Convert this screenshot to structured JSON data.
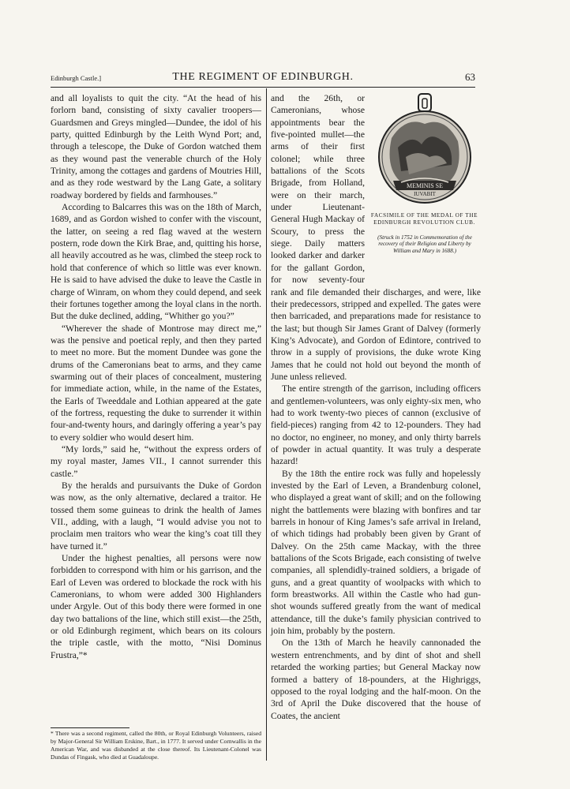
{
  "header": {
    "left": "Edinburgh Castle.]",
    "title": "THE REGIMENT OF EDINBURGH.",
    "page_number": "63"
  },
  "left_column": {
    "paragraphs": [
      "and all loyalists to quit the city. “At the head of his forlorn band, consisting of sixty cavalier troopers—Guardsmen and Greys mingled—Dundee, the idol of his party, quitted Edinburgh by the Leith Wynd Port; and, through a telescope, the Duke of Gordon watched them as they wound past the venerable church of the Holy Trinity, among the cottages and gardens of Moutries Hill, and as they rode westward by the Lang Gate, a solitary roadway bordered by fields and farmhouses.”",
      "According to Balcarres this was on the 18th of March, 1689, and as Gordon wished to confer with the viscount, the latter, on seeing a red flag waved at the western postern, rode down the Kirk Brae, and, quitting his horse, all heavily accoutred as he was, climbed the steep rock to hold that conference of which so little was ever known. He is said to have advised the duke to leave the Castle in charge of Winram, on whom they could depend, and seek their fortunes together among the loyal clans in the north. But the duke declined, adding, “Whither go you?”",
      "“Wherever the shade of Montrose may direct me,” was the pensive and poetical reply, and then they parted to meet no more. But the moment Dundee was gone the drums of the Cameronians beat to arms, and they came swarming out of their places of concealment, mustering for immediate action, while, in the name of the Estates, the Earls of Tweeddale and Lothian appeared at the gate of the fortress, requesting the duke to surrender it within four-and-twenty hours, and daringly offering a year’s pay to every soldier who would desert him.",
      "“My lords,” said he, “without the express orders of my royal master, James VII., I cannot surrender this castle.”",
      "By the heralds and pursuivants the Duke of Gordon was now, as the only alternative, declared a traitor. He tossed them some guineas to drink the health of James VII., adding, with a laugh, “I would advise you not to proclaim men traitors who wear the king’s coat till they have turned it.”",
      "Under the highest penalties, all persons were now forbidden to correspond with him or his garrison, and the Earl of Leven was ordered to blockade the rock with his Cameronians, to whom were added 300 Highlanders under Argyle. Out of this body there were formed in one day two battalions of the line, which still exist—the 25th, or old Edinburgh regiment, which bears on its colours the triple castle, with the motto, “Nisi Dominus Frustra,”*"
    ],
    "footnote": "* There was a second regiment, called the 80th, or Royal Edinburgh Volunteers, raised by Major-General Sir William Erskine, Bart., in 1777. It served under Cornwallis in the American War, and was disbanded at the close thereof. Its Lieutenant-Colonel was Dundas of Fingask, who died at Guadaloupe."
  },
  "right_column": {
    "para1": "and the 26th, or Cameronians, whose appointments bear the five-pointed mullet—the arms of their first colonel; while three battalions of the Scots Brigade, from Holland, were on their march, under Lieutenant-General Hugh Mackay of Scoury, to press the siege. Daily matters looked darker and darker for the gallant Gordon, for now seventy-four rank and file demanded their discharges, and were, like their predecessors, stripped and expelled. The gates were then barricaded, and preparations made for resistance to the last; but though Sir James Grant of Dalvey (formerly King’s Advocate), and Gordon of Edintore, contrived to throw in a supply of provisions, the duke wrote King James that he could not hold out beyond the month of June unless relieved.",
    "para2": "The entire strength of the garrison, including officers and gentlemen-volunteers, was only eighty-six men, who had to work twenty-two pieces of cannon (exclusive of field-pieces) ranging from 42 to 12-pounders. They had no doctor, no engineer, no money, and only thirty barrels of powder in actual quantity. It was truly a desperate hazard!",
    "para3": "By the 18th the entire rock was fully and hopelessly invested by the Earl of Leven, a Brandenburg colonel, who displayed a great want of skill; and on the following night the battlements were blazing with bonfires and tar barrels in honour of King James’s safe arrival in Ireland, of which tidings had probably been given by Grant of Dalvey. On the 25th came Mackay, with the three battalions of the Scots Brigade, each consisting of twelve companies, all splendidly-trained soldiers, a brigade of guns, and a great quantity of woolpacks with which to form breastworks. All within the Castle who had gun-shot wounds suffered greatly from the want of medical attendance, till the duke’s family physician contrived to join him, probably by the postern.",
    "para4": "On the 13th of March he heavily cannonaded the western entrenchments, and by dint of shot and shell retarded the working parties; but General Mackay now formed a battery of 18-pounders, at the Highriggs, opposed to the royal lodging and the half-moon. On the 3rd of April the Duke discovered that the house of Coates, the ancient"
  },
  "figure": {
    "caption": "FACSIMILE OF THE MEDAL OF THE EDINBURGH REVOLUTION CLUB.",
    "subcaption": "(Struck in 1752 in Commemoration of the recovery of their Religion and Liberty by William and Mary in 1688.)",
    "medal_inscription_1": "MEMINIS SE",
    "medal_inscription_2": "IUVABIT"
  }
}
